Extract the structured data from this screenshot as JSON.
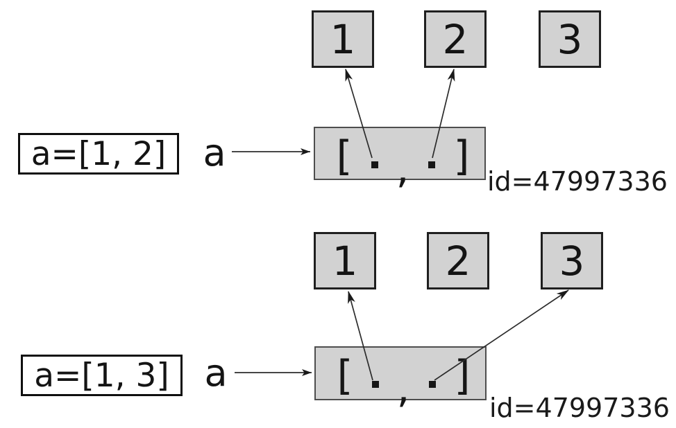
{
  "colors": {
    "background": "#ffffff",
    "cell_fill": "#d2d2d2",
    "cell_border": "#1f1f1f",
    "list_border": "#4d4d4d",
    "arrow": "#2b2b2b"
  },
  "top": {
    "assignment": "a=[1, 2]",
    "variable": "a",
    "id_label": "id=47997336",
    "cells": [
      "1",
      "2",
      "3"
    ],
    "list_tokens": {
      "open": "[",
      "comma": ",",
      "close": "]"
    },
    "edges": [
      {
        "from": "variable-a",
        "to": "list-object"
      },
      {
        "from": "list-slot-0",
        "to": "value-cell-1"
      },
      {
        "from": "list-slot-1",
        "to": "value-cell-2"
      }
    ]
  },
  "bottom": {
    "assignment": "a=[1, 3]",
    "variable": "a",
    "id_label": "id=47997336",
    "cells": [
      "1",
      "2",
      "3"
    ],
    "list_tokens": {
      "open": "[",
      "comma": ",",
      "close": "]"
    },
    "edges": [
      {
        "from": "variable-a",
        "to": "list-object"
      },
      {
        "from": "list-slot-0",
        "to": "value-cell-1"
      },
      {
        "from": "list-slot-1",
        "to": "value-cell-3"
      }
    ]
  }
}
